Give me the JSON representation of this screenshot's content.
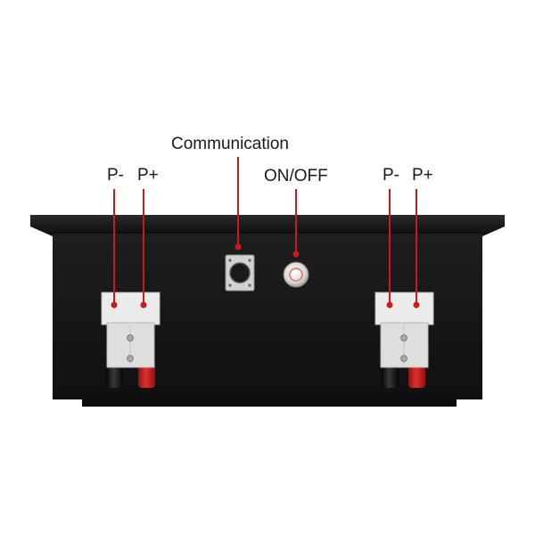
{
  "labels": {
    "communication": "Communication",
    "on_off": "ON/OFF",
    "left_negative": "P-",
    "left_positive": "P+",
    "right_negative": "P-",
    "right_positive": "P+"
  },
  "colors": {
    "callout": "#cc1a1a",
    "case": "#161616",
    "connector_housing": "#e6e6e6",
    "positive_cable": "#c8201e",
    "negative_cable": "#1b1b1b",
    "background": "#ffffff"
  },
  "icons": [
    "xlr-port-icon",
    "power-button-icon",
    "anderson-connector-icon"
  ]
}
